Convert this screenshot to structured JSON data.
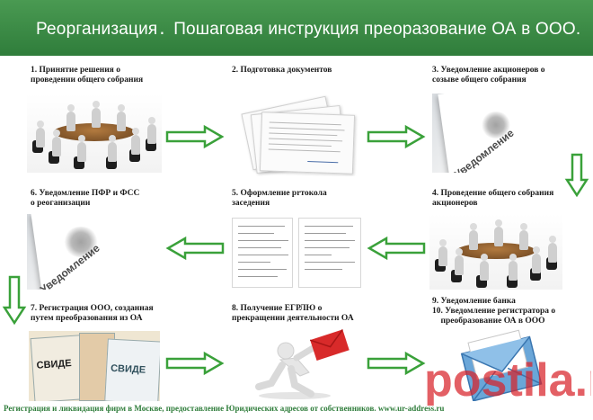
{
  "header": {
    "title_part1": "Реорганизация",
    "separator": ".",
    "title_part2": "Пошаговая инструкция преоразование ОА в ООО."
  },
  "steps": [
    {
      "label": "1. Принятие решения о\nпроведении общего собрания"
    },
    {
      "label": "2. Подготовка документов"
    },
    {
      "label": "3. Уведомление акционеров о\nсозыве общего собрания"
    },
    {
      "label": "4. Проведение общего собрания\nакционеров"
    },
    {
      "label": "5. Оформление prтокола\nзаседения"
    },
    {
      "label": "6. Уведомление ПФР и ФСС\nо реоганизации"
    },
    {
      "label": "7. Регистрация ООО, созданная\nпутем преобразования из ОА"
    },
    {
      "label": "8. Получение ЕГРЛЮ о\nпрекращении деятельности ОА"
    },
    {
      "label": "9. Уведомление банка\n10. Уведомление регистратора о\n    преобразование ОА в ООО"
    }
  ],
  "notice_word": "Уведомление",
  "certificate_word": "СВИДЕ",
  "footer": "Регистрация и ликвидация фирм в Москве, предоставление Юридических адресов от собственников. www.ur-address.ru",
  "watermark": "postila.ru",
  "colors": {
    "header_bg": "#2f7d3b",
    "arrow_fill": "#ffffff",
    "arrow_stroke": "#3aa13a",
    "footer_text": "#2f7d3b",
    "watermark": "#d8232a"
  }
}
